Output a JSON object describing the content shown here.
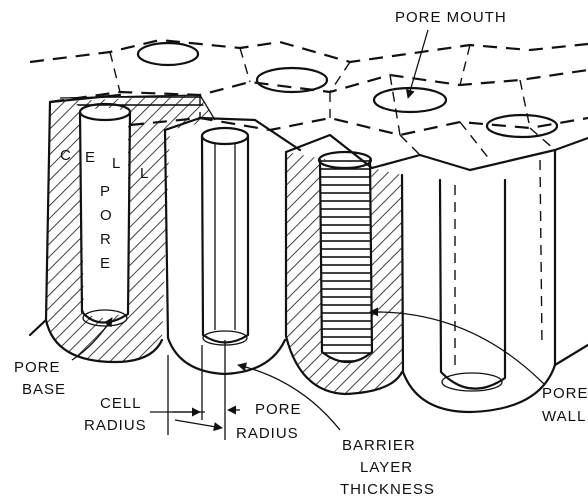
{
  "labels": {
    "pore_mouth": "PORE MOUTH",
    "cell_letters": [
      "C",
      "E",
      "L",
      "L"
    ],
    "pore_letters": [
      "P",
      "O",
      "R",
      "E"
    ],
    "pore_base_line1": "PORE",
    "pore_base_line2": "BASE",
    "cell_radius_line1": "CELL",
    "cell_radius_line2": "RADIUS",
    "pore_radius_line1": "PORE",
    "pore_radius_line2": "RADIUS",
    "barrier_line1": "BARRIER",
    "barrier_line2": "LAYER",
    "barrier_line3": "THICKNESS",
    "pore_wall_line1": "PORE",
    "pore_wall_line2": "WALL"
  }
}
